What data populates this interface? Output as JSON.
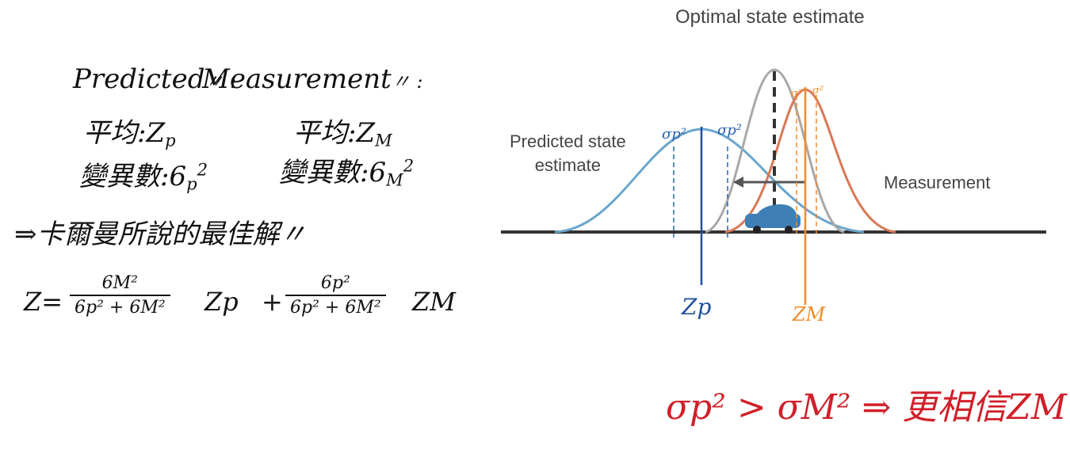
{
  "notes": {
    "predicted_heading": "Predicted",
    "measurement_heading": "Measurement",
    "heading_suffix": "〃 :",
    "mean_label": "平均:",
    "variance_label": "變異數:",
    "predicted_mean": "Z",
    "predicted_mean_sub": "p",
    "measurement_mean": "Z",
    "measurement_mean_sub": "M",
    "predicted_var": "6",
    "predicted_var_sub": "p",
    "predicted_var_sup": "2",
    "measurement_var": "6",
    "measurement_var_sub": "M",
    "measurement_var_sup": "2",
    "conclusion": "⇒卡爾曼所說的最佳解〃",
    "formula_lhs": "Z=",
    "frac1_num": "6M²",
    "frac1_den": "6p² + 6M²",
    "frac1_tail": "Zp",
    "plus": "+",
    "frac2_num": "6p²",
    "frac2_den": "6p² + 6M²",
    "frac2_tail": "ZM"
  },
  "diagram": {
    "title": "Optimal state estimate",
    "predicted_label_line1": "Predicted state",
    "predicted_label_line2": "estimate",
    "measurement_label": "Measurement",
    "sigma_p_left": "σp²",
    "sigma_p_right": "σp²",
    "sigma_m_left": "σ²",
    "sigma_m_right": "σ²",
    "zp_label": "Zp",
    "zm_label": "ZM",
    "colors": {
      "predicted": "#6aa6cc",
      "optimal": "#a8a8a8",
      "measurement": "#d97856",
      "zp_line": "#1f4fa0",
      "zm_line": "#f08c2a",
      "annotation": "#d0202a"
    }
  },
  "annotation": {
    "text": "σp² > σM² ⇒ 更相信ZM"
  }
}
